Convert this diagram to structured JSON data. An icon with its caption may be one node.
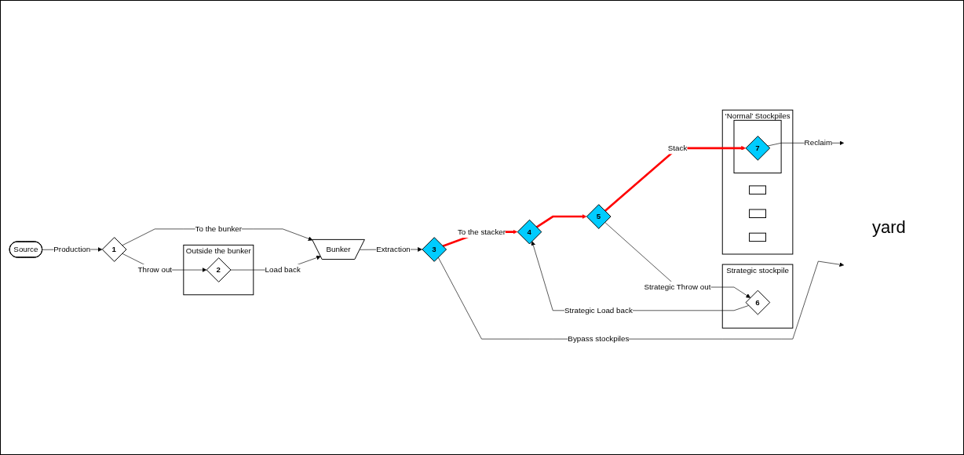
{
  "diagram": {
    "nodes": [
      {
        "text": [
          "Source"
        ]
      },
      {
        "text": [
          "1"
        ]
      },
      {
        "text": [
          "Outside the bunker"
        ]
      },
      {
        "text": [
          "2"
        ],
        "in": 2
      },
      {
        "text": [
          "Bunker"
        ]
      },
      {
        "text": [
          "3"
        ]
      },
      {
        "text": [
          "Strategic stockpile"
        ]
      },
      {
        "text": [
          "6"
        ],
        "in": 6
      },
      {
        "text": [
          "4"
        ]
      },
      {
        "text": [
          "5"
        ]
      },
      {
        "text": [
          "‘Normal’ Stockpiles"
        ]
      },
      {
        "text": [],
        "shape": "box",
        "in": 10
      },
      {
        "text": [],
        "shape": "box",
        "in": 10
      },
      {
        "text": [],
        "shape": "box",
        "in": 10
      },
      {
        "text": [
          "7"
        ],
        "in": 13
      },
      {
        "text": [],
        "shape": "box",
        "in": 10
      }
    ],
    "edges": [
      {
        "from": 0,
        "to": 1,
        "arrow": "to",
        "label": "Production"
      },
      {
        "from": 1,
        "to": 3,
        "arrow": "to",
        "label": "Throw out"
      },
      {
        "from": 1,
        "to": 4,
        "arrow": "to",
        "label": "To the bunker"
      },
      {
        "from": 3,
        "to": 4,
        "arrow": "to",
        "label": "Load back"
      },
      {
        "from": 4,
        "to": 5,
        "arrow": "to",
        "label": "Extraction"
      },
      {
        "from": 5,
        "to": 8,
        "arrow": "to",
        "label": "To the stacker",
        "style": "thick",
        "color": "#ff0000"
      },
      {
        "from": 8,
        "to": 9,
        "arrow": "to",
        "style": "thick",
        "color": "#ff0000"
      },
      {
        "from": 9,
        "to": 7,
        "arrow": "to",
        "label": "Strategic Throw out"
      },
      {
        "from": 7,
        "to": 8,
        "arrow": "to",
        "label": "Strategic Load back"
      },
      {
        "from": 9,
        "to": 14,
        "arrow": "to",
        "label": "Stack",
        "style": "thick",
        "color": "#ff0000"
      },
      {
        "from": 14,
        "to": null,
        "arrow": "to",
        "label": "Reclaim"
      },
      {
        "from": 5,
        "to": null,
        "arrow": "to",
        "label": "Bypass stockpiles"
      }
    ],
    "labels": [
      "yard"
    ]
  }
}
